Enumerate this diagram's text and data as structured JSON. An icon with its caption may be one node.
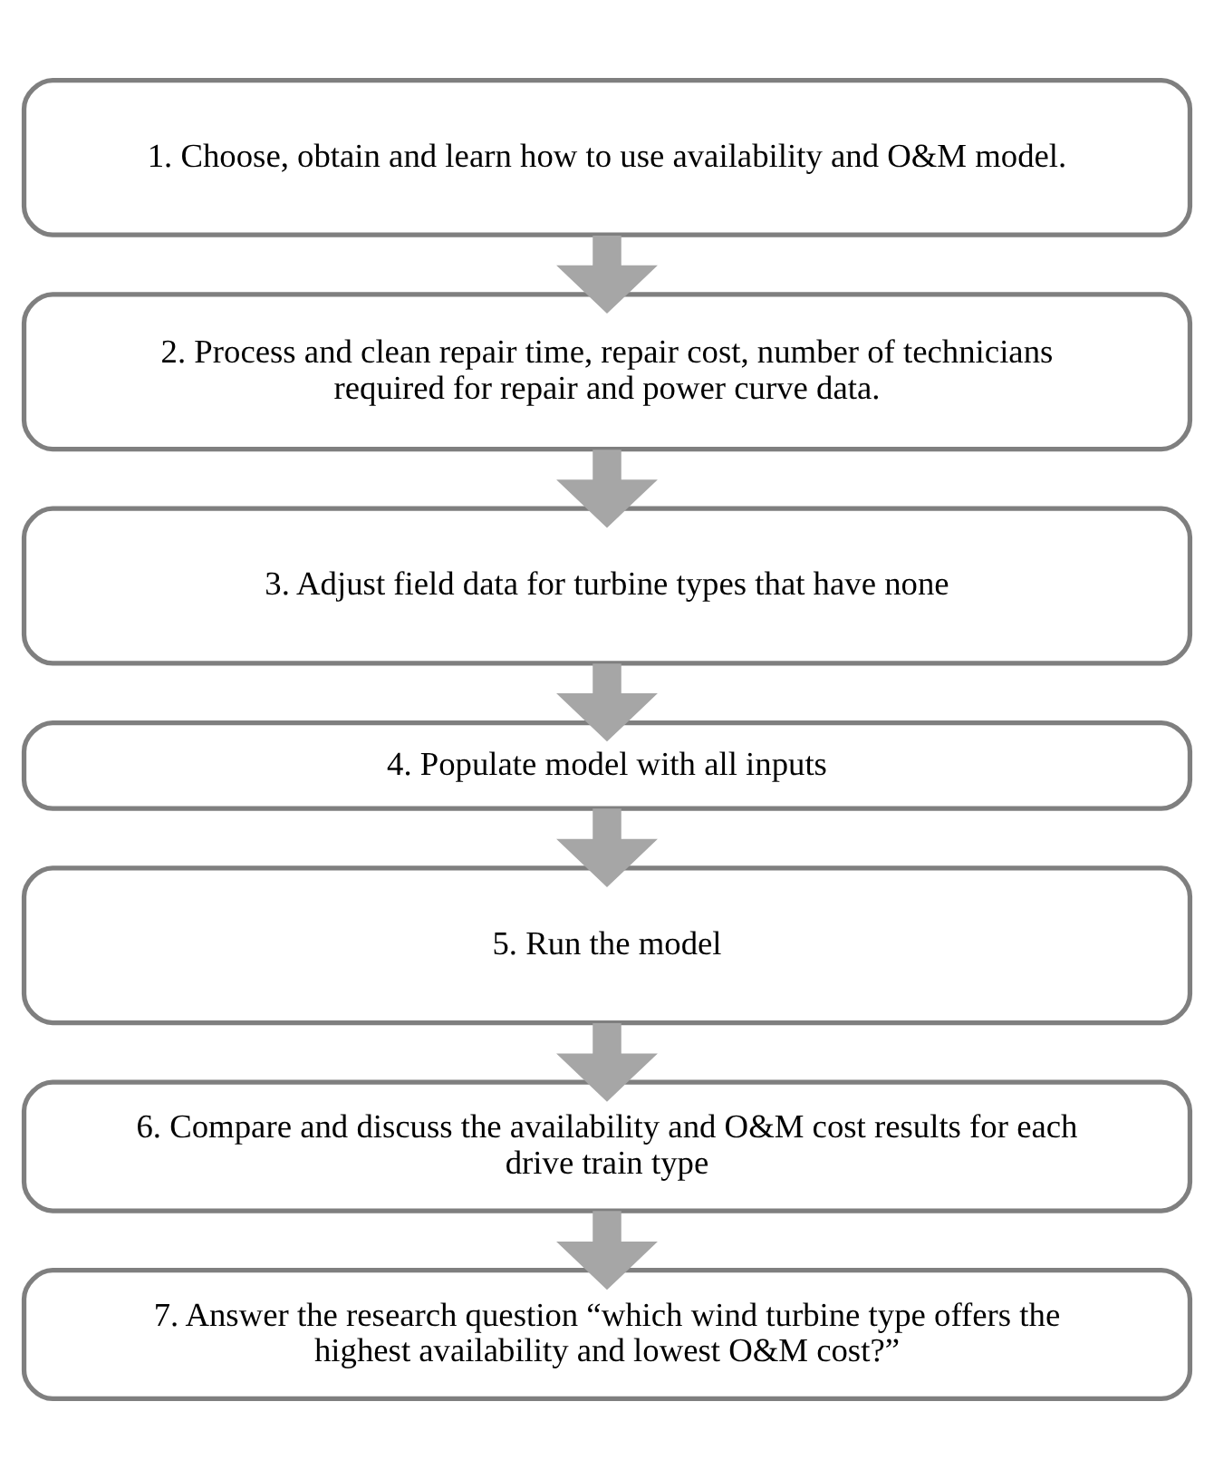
{
  "diagram": {
    "nodes": [
      {
        "text": [
          "1. Choose, obtain and learn how to use availability and O&M model."
        ]
      },
      {
        "text": [
          "2. Process and clean repair time, repair cost, number of technicians required for repair and power curve data."
        ]
      },
      {
        "text": [
          "3. Adjust field data for turbine types that have none"
        ]
      },
      {
        "text": [
          "4. Populate model with all inputs"
        ]
      },
      {
        "text": [
          "5. Run the model"
        ]
      },
      {
        "text": [
          "6. Compare and discuss the availability and O&M cost results for each drive train type"
        ]
      },
      {
        "text": [
          "7. Answer the research question “which wind turbine type offers the highest availability and lowest O&M cost?”"
        ]
      }
    ],
    "edges": [
      {
        "from": 0,
        "to": 1,
        "arrow": "to"
      },
      {
        "from": 1,
        "to": 2,
        "arrow": "to"
      },
      {
        "from": 2,
        "to": 3,
        "arrow": "to"
      },
      {
        "from": 3,
        "to": 4,
        "arrow": "to"
      },
      {
        "from": 4,
        "to": 5,
        "arrow": "to"
      },
      {
        "from": 5,
        "to": 6,
        "arrow": "to"
      }
    ]
  }
}
